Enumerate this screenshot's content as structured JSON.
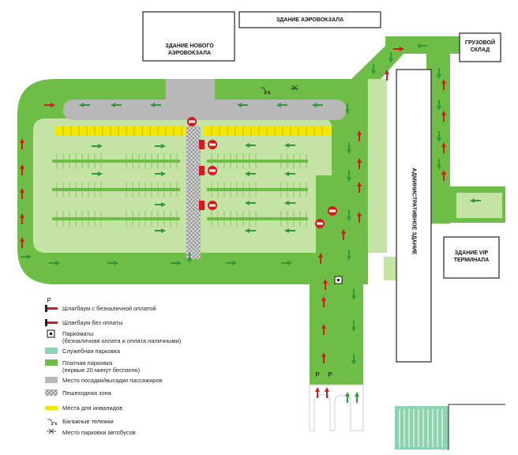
{
  "buildings": {
    "new_terminal": "ЗДАНИЕ НОВОГО АЭРОВОКЗАЛА",
    "terminal": "ЗДАНИЕ АЭРОВОКЗАЛА",
    "cargo": "ГРУЗОВОЙ СКЛАД",
    "admin": "АДМИНИСТРАТИВНОЕ ЗДАНИЕ",
    "vip": "ЗДАНИЕ VIP ТЕРМИНАЛА"
  },
  "barrier_letter": "P",
  "legend": [
    {
      "key": "paid_barrier",
      "symbol": "barrier-paid",
      "text": "Шлагбаум с безналичной оплатой"
    },
    {
      "key": "free_barrier",
      "symbol": "barrier-free",
      "text": "Шлагбаум без оплаты"
    },
    {
      "key": "pay_machine",
      "symbol": "square",
      "text": "Паркоматы\n(безналичная оплата и оплата наличными)"
    },
    {
      "key": "service_parking",
      "symbol": "swatch",
      "color": "#8dd3b0",
      "text": "Служебная парковка"
    },
    {
      "key": "paid_parking",
      "symbol": "swatch",
      "color": "#6dbd47",
      "text": "Платная парковка\n(первые 20 минут беспатно)"
    },
    {
      "key": "drop_off",
      "symbol": "swatch",
      "color": "#b8b8b8",
      "text": "Место посадки/высадки пассажиров"
    },
    {
      "key": "pedestrian",
      "symbol": "hatch",
      "text": "Пешеходная зона"
    },
    {
      "key": "disabled",
      "symbol": "yellow",
      "color": "#f5e600",
      "text": "Места для инвалидов"
    },
    {
      "key": "luggage",
      "symbol": "cart",
      "text": "Багажные тележки"
    },
    {
      "key": "bus",
      "symbol": "bus",
      "text": "Место парковки автобусов"
    }
  ],
  "colors": {
    "paid_parking": "#6dbd47",
    "lot": "#c4e3a5",
    "service": "#8dd3b0",
    "dropoff": "#b8b8b8",
    "disabled": "#f5e600",
    "arrow_green": "#2e9a38",
    "arrow_red": "#d7191f",
    "no_entry": "#d7191f"
  }
}
